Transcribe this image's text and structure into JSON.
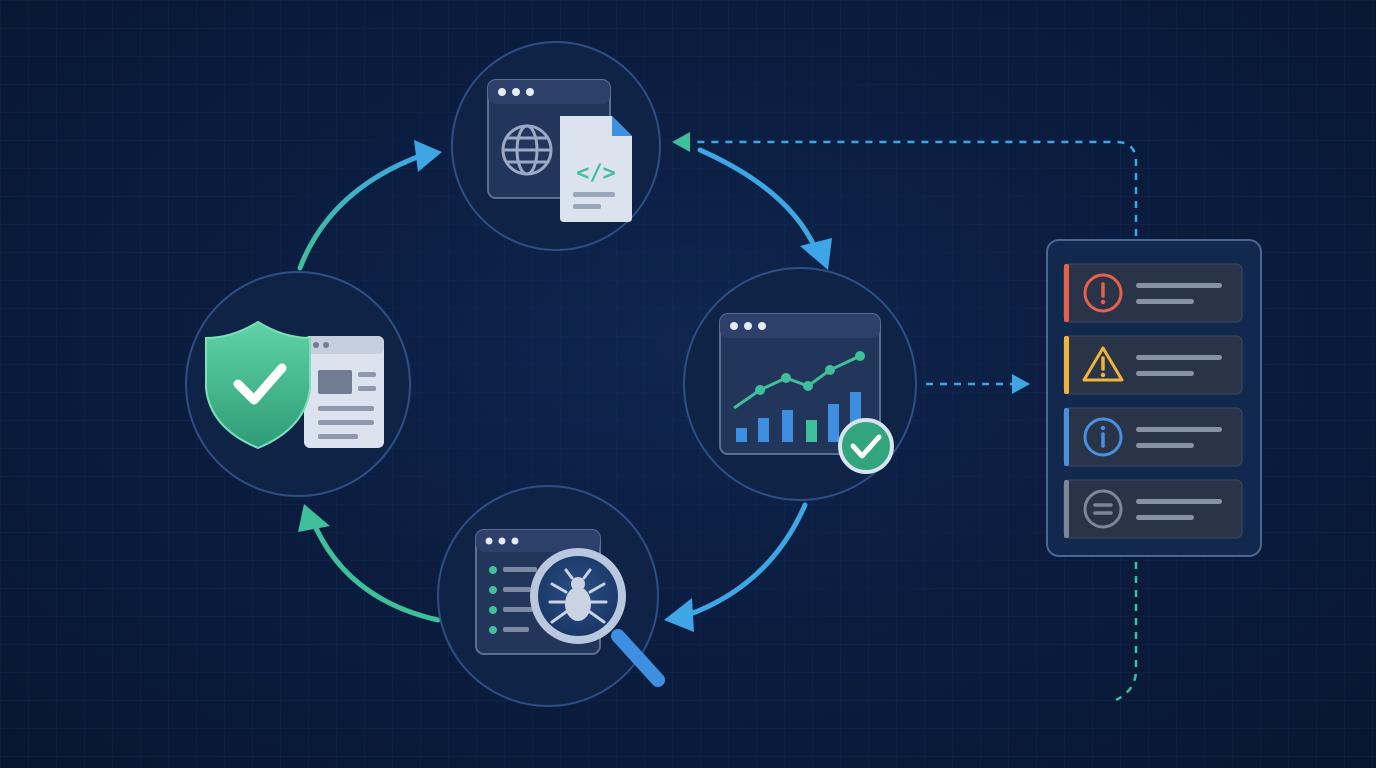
{
  "diagram": {
    "nodes": [
      {
        "id": "code",
        "icon": "browser-code-document-icon"
      },
      {
        "id": "monitor",
        "icon": "analytics-chart-check-icon"
      },
      {
        "id": "scan",
        "icon": "bug-scan-magnifier-icon"
      },
      {
        "id": "secure",
        "icon": "shield-check-page-icon"
      }
    ],
    "cycle_edges": [
      {
        "from": "code",
        "to": "monitor"
      },
      {
        "from": "monitor",
        "to": "scan"
      },
      {
        "from": "scan",
        "to": "secure"
      },
      {
        "from": "secure",
        "to": "code"
      }
    ],
    "side_edges": [
      {
        "from": "monitor",
        "to": "alerts",
        "style": "dashed"
      },
      {
        "from": "alerts",
        "to": "code",
        "style": "dashed"
      }
    ],
    "alerts_panel": {
      "items": [
        {
          "level": "error",
          "icon": "error-circle-icon",
          "color": "#e8604c"
        },
        {
          "level": "warning",
          "icon": "warning-triangle-icon",
          "color": "#f0b43a"
        },
        {
          "level": "info",
          "icon": "info-circle-icon",
          "color": "#4a90e2"
        },
        {
          "level": "neutral",
          "icon": "equals-circle-icon",
          "color": "#7d8799"
        }
      ]
    },
    "colors": {
      "background": "#0a1a38",
      "teal": "#3fbf9a",
      "blue": "#3fa6e6",
      "node_fill": "#0f2347",
      "node_stroke": "#2e4f86",
      "panel": "#2a3448"
    }
  }
}
